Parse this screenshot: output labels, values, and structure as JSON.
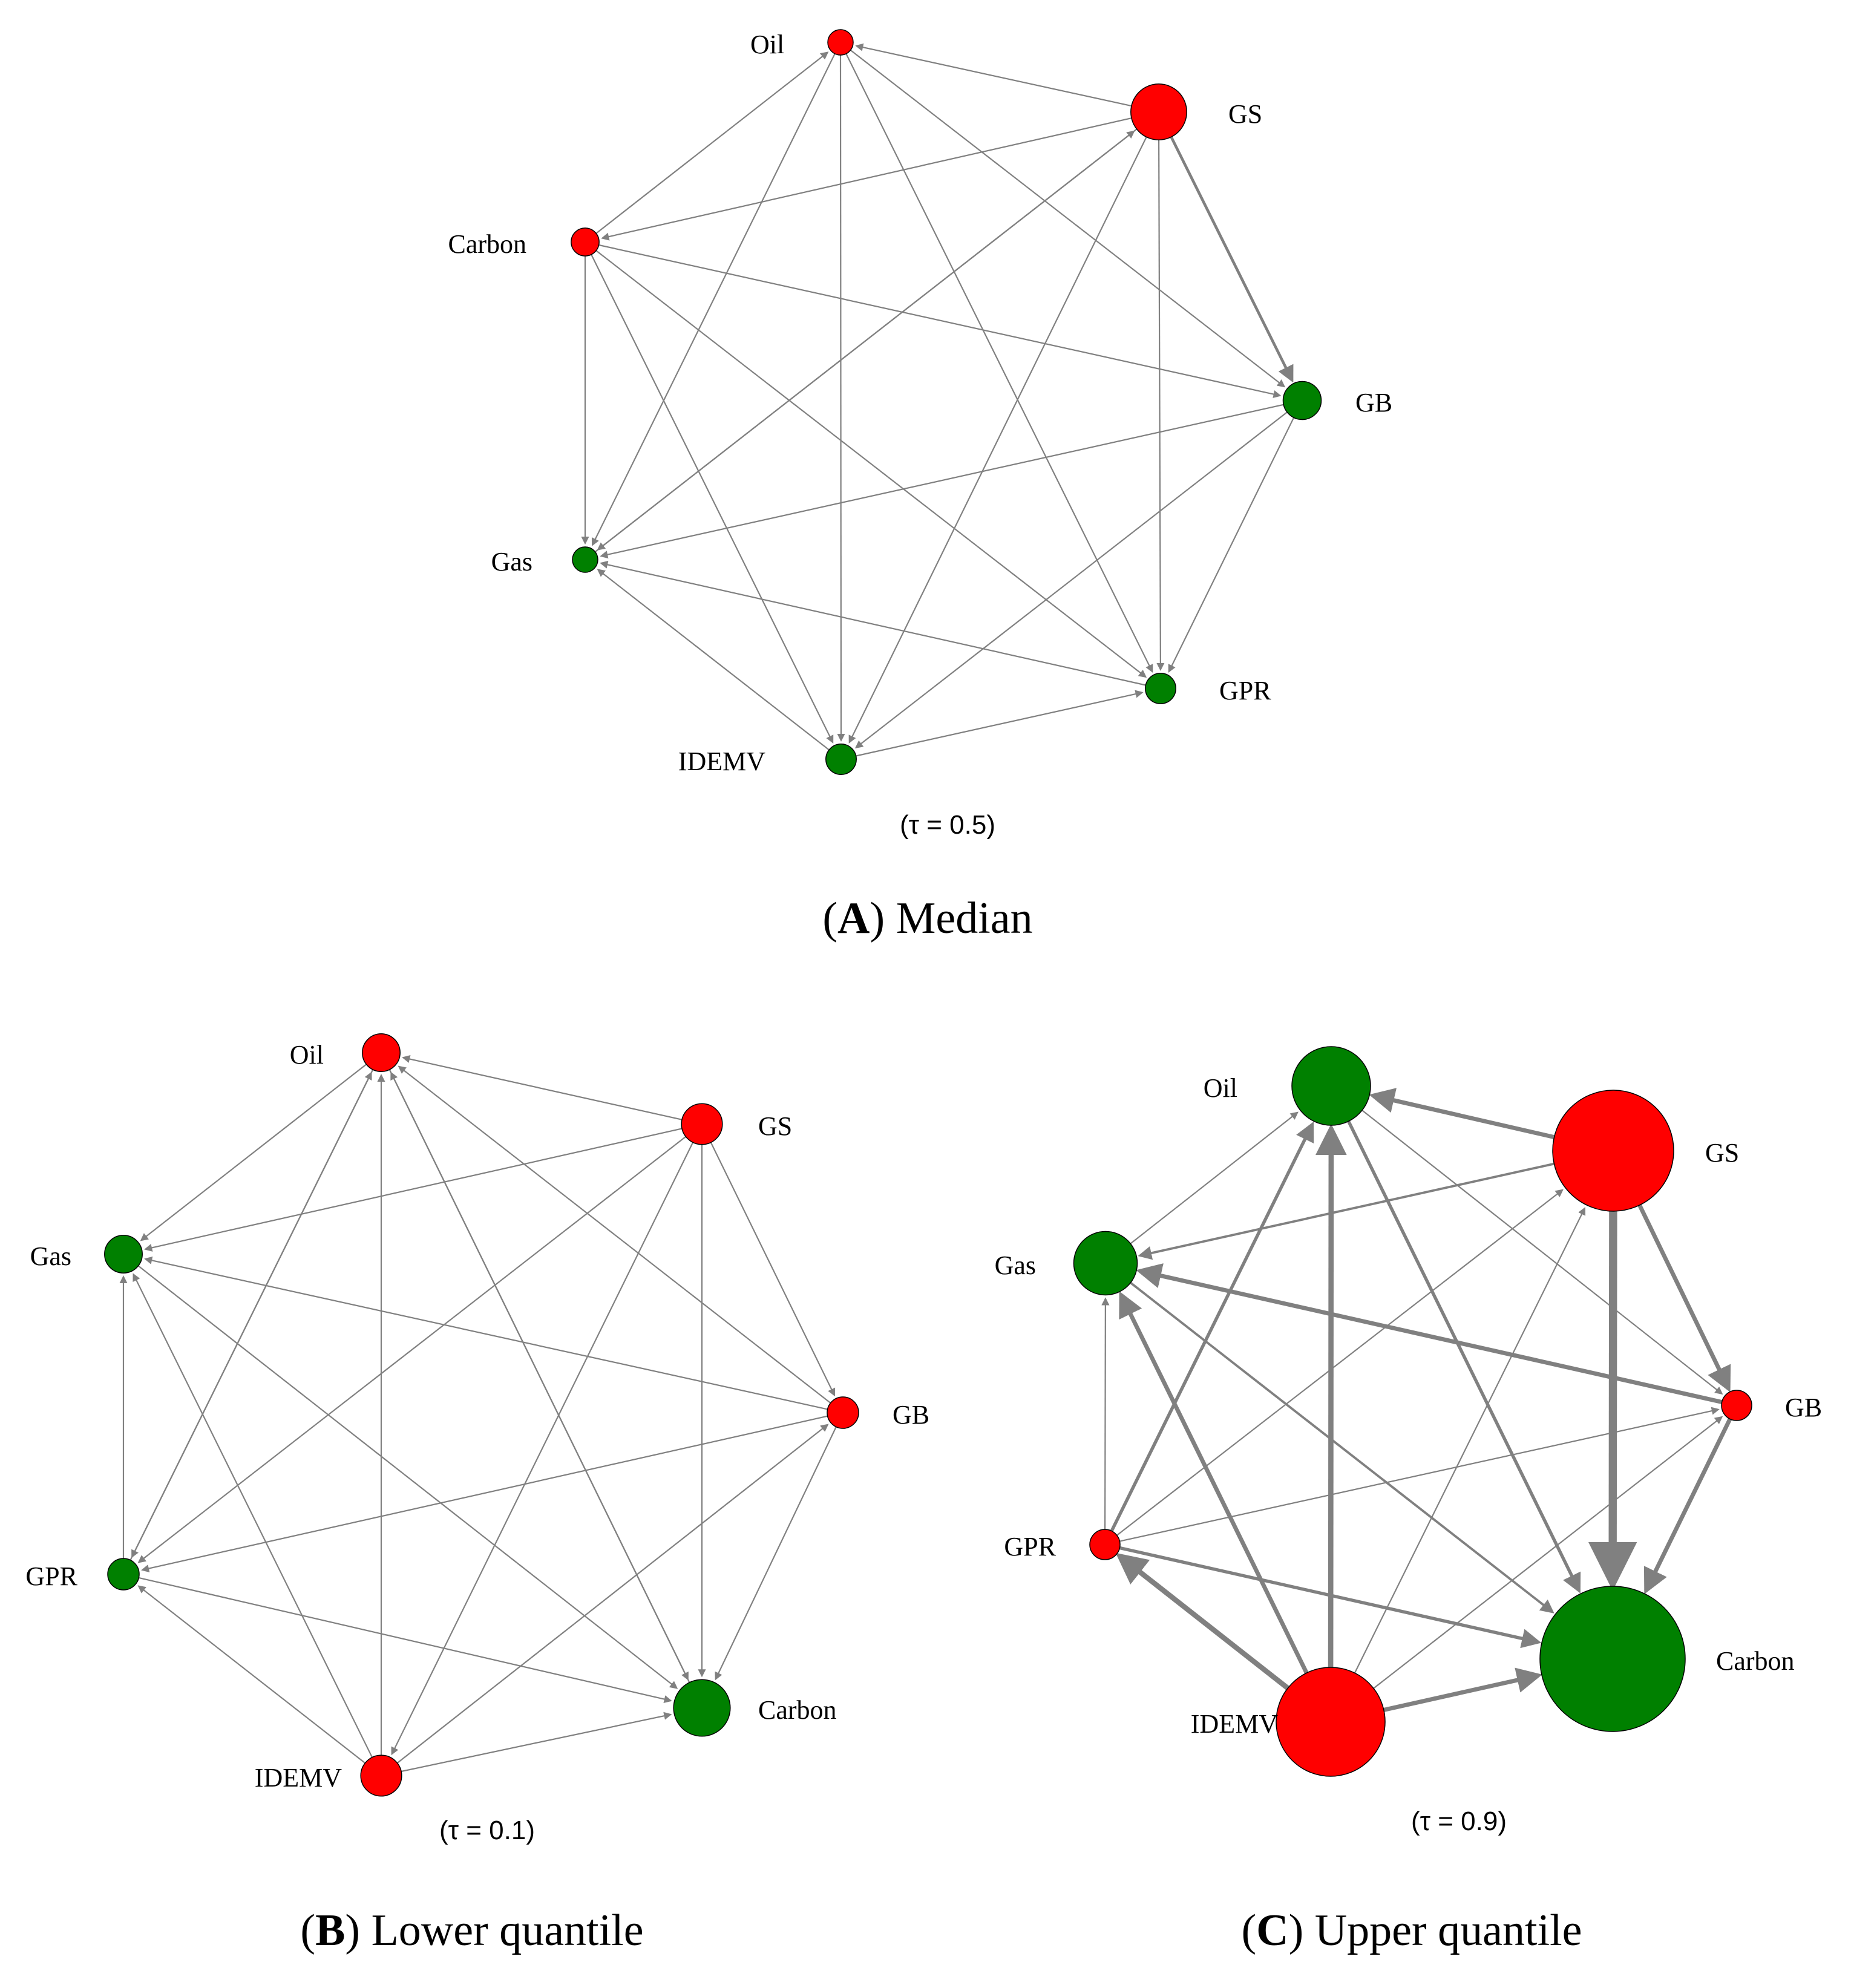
{
  "colors": {
    "net_transmitter": "#ff0000",
    "net_receiver": "#008000",
    "edge": "#808080",
    "node_stroke": "#000000"
  },
  "panels": [
    {
      "id": "A",
      "caption_letter": "A",
      "caption_text": "Median",
      "tau_label": "(τ = 0.5)",
      "nodes": [
        {
          "id": "Oil",
          "label": "Oil",
          "role": "transmitter",
          "size": 1
        },
        {
          "id": "GS",
          "label": "GS",
          "role": "transmitter",
          "size": 2.2
        },
        {
          "id": "Carbon",
          "label": "Carbon",
          "role": "transmitter",
          "size": 1.1
        },
        {
          "id": "GB",
          "label": "GB",
          "role": "receiver",
          "size": 1.5
        },
        {
          "id": "Gas",
          "label": "Gas",
          "role": "receiver",
          "size": 1
        },
        {
          "id": "GPR",
          "label": "GPR",
          "role": "receiver",
          "size": 1.2
        },
        {
          "id": "IDEMV",
          "label": "IDEMV",
          "role": "receiver",
          "size": 1.2
        }
      ],
      "edges": [
        {
          "from": "GS",
          "to": "Oil",
          "weight": 1
        },
        {
          "from": "Carbon",
          "to": "Oil",
          "weight": 1
        },
        {
          "from": "GS",
          "to": "Carbon",
          "weight": 1
        },
        {
          "from": "GS",
          "to": "GB",
          "weight": 2.5
        },
        {
          "from": "Oil",
          "to": "GB",
          "weight": 1
        },
        {
          "from": "Carbon",
          "to": "GB",
          "weight": 1
        },
        {
          "from": "Carbon",
          "to": "Gas",
          "weight": 1
        },
        {
          "from": "Oil",
          "to": "Gas",
          "weight": 1
        },
        {
          "from": "GS",
          "to": "Gas",
          "weight": 1
        },
        {
          "from": "GB",
          "to": "Gas",
          "weight": 1
        },
        {
          "from": "IDEMV",
          "to": "Gas",
          "weight": 1
        },
        {
          "from": "GPR",
          "to": "Gas",
          "weight": 1
        },
        {
          "from": "Oil",
          "to": "GPR",
          "weight": 1
        },
        {
          "from": "GS",
          "to": "GPR",
          "weight": 1
        },
        {
          "from": "Carbon",
          "to": "GPR",
          "weight": 1
        },
        {
          "from": "GB",
          "to": "GPR",
          "weight": 1
        },
        {
          "from": "IDEMV",
          "to": "GPR",
          "weight": 1
        },
        {
          "from": "Oil",
          "to": "IDEMV",
          "weight": 1
        },
        {
          "from": "Carbon",
          "to": "IDEMV",
          "weight": 1
        },
        {
          "from": "GS",
          "to": "IDEMV",
          "weight": 1
        },
        {
          "from": "GB",
          "to": "IDEMV",
          "weight": 1
        },
        {
          "from": "Gas",
          "to": "GS",
          "weight": 1
        }
      ]
    },
    {
      "id": "B",
      "caption_letter": "B",
      "caption_text": "Lower quantile",
      "tau_label": "(τ = 0.1)",
      "nodes": [
        {
          "id": "Oil",
          "label": "Oil",
          "role": "transmitter",
          "size": 1.2
        },
        {
          "id": "GS",
          "label": "GS",
          "role": "transmitter",
          "size": 1.3
        },
        {
          "id": "Gas",
          "label": "Gas",
          "role": "receiver",
          "size": 1.2
        },
        {
          "id": "GB",
          "label": "GB",
          "role": "transmitter",
          "size": 1.0
        },
        {
          "id": "GPR",
          "label": "GPR",
          "role": "receiver",
          "size": 1.0
        },
        {
          "id": "Carbon",
          "label": "Carbon",
          "role": "receiver",
          "size": 1.8
        },
        {
          "id": "IDEMV",
          "label": "IDEMV",
          "role": "transmitter",
          "size": 1.3
        }
      ],
      "edges": [
        {
          "from": "GS",
          "to": "Oil",
          "weight": 1
        },
        {
          "from": "GB",
          "to": "Oil",
          "weight": 1
        },
        {
          "from": "Carbon",
          "to": "Oil",
          "weight": 1
        },
        {
          "from": "IDEMV",
          "to": "Oil",
          "weight": 1
        },
        {
          "from": "GPR",
          "to": "Oil",
          "weight": 1
        },
        {
          "from": "Oil",
          "to": "Gas",
          "weight": 1
        },
        {
          "from": "GS",
          "to": "Gas",
          "weight": 1
        },
        {
          "from": "GB",
          "to": "Gas",
          "weight": 1
        },
        {
          "from": "GPR",
          "to": "Gas",
          "weight": 1
        },
        {
          "from": "IDEMV",
          "to": "Gas",
          "weight": 1
        },
        {
          "from": "GS",
          "to": "GB",
          "weight": 1
        },
        {
          "from": "IDEMV",
          "to": "GB",
          "weight": 1
        },
        {
          "from": "GS",
          "to": "GPR",
          "weight": 1
        },
        {
          "from": "GB",
          "to": "GPR",
          "weight": 1
        },
        {
          "from": "IDEMV",
          "to": "GPR",
          "weight": 1
        },
        {
          "from": "Oil",
          "to": "GPR",
          "weight": 1
        },
        {
          "from": "GS",
          "to": "Carbon",
          "weight": 1
        },
        {
          "from": "GB",
          "to": "Carbon",
          "weight": 1
        },
        {
          "from": "Gas",
          "to": "Carbon",
          "weight": 1
        },
        {
          "from": "GPR",
          "to": "Carbon",
          "weight": 1
        },
        {
          "from": "IDEMV",
          "to": "Carbon",
          "weight": 1
        },
        {
          "from": "Oil",
          "to": "Carbon",
          "weight": 1
        },
        {
          "from": "GS",
          "to": "IDEMV",
          "weight": 1
        }
      ]
    },
    {
      "id": "C",
      "caption_letter": "C",
      "caption_text": "Upper quantile",
      "tau_label": "(τ = 0.9)",
      "nodes": [
        {
          "id": "Oil",
          "label": "Oil",
          "role": "receiver",
          "size": 2.6
        },
        {
          "id": "GS",
          "label": "GS",
          "role": "transmitter",
          "size": 4.0
        },
        {
          "id": "Gas",
          "label": "Gas",
          "role": "receiver",
          "size": 2.1
        },
        {
          "id": "GB",
          "label": "GB",
          "role": "transmitter",
          "size": 1.0
        },
        {
          "id": "GPR",
          "label": "GPR",
          "role": "transmitter",
          "size": 1.0
        },
        {
          "id": "Carbon",
          "label": "Carbon",
          "role": "receiver",
          "size": 4.8
        },
        {
          "id": "IDEMV",
          "label": "IDEMV",
          "role": "transmitter",
          "size": 3.6
        }
      ],
      "edges": [
        {
          "from": "GS",
          "to": "Oil",
          "weight": 4
        },
        {
          "from": "IDEMV",
          "to": "Oil",
          "weight": 5
        },
        {
          "from": "GPR",
          "to": "Oil",
          "weight": 3
        },
        {
          "from": "Gas",
          "to": "Oil",
          "weight": 1
        },
        {
          "from": "GS",
          "to": "Gas",
          "weight": 2
        },
        {
          "from": "GB",
          "to": "Gas",
          "weight": 4
        },
        {
          "from": "IDEMV",
          "to": "Gas",
          "weight": 4
        },
        {
          "from": "GPR",
          "to": "Gas",
          "weight": 1
        },
        {
          "from": "GS",
          "to": "Carbon",
          "weight": 8
        },
        {
          "from": "Oil",
          "to": "Carbon",
          "weight": 3
        },
        {
          "from": "GB",
          "to": "Carbon",
          "weight": 4
        },
        {
          "from": "IDEMV",
          "to": "Carbon",
          "weight": 4
        },
        {
          "from": "GPR",
          "to": "Carbon",
          "weight": 3
        },
        {
          "from": "Gas",
          "to": "Carbon",
          "weight": 2
        },
        {
          "from": "GS",
          "to": "GB",
          "weight": 4
        },
        {
          "from": "Oil",
          "to": "GB",
          "weight": 1
        },
        {
          "from": "GPR",
          "to": "GB",
          "weight": 1
        },
        {
          "from": "IDEMV",
          "to": "GB",
          "weight": 1
        },
        {
          "from": "IDEMV",
          "to": "GPR",
          "weight": 5
        },
        {
          "from": "GPR",
          "to": "GS",
          "weight": 1
        },
        {
          "from": "IDEMV",
          "to": "GS",
          "weight": 1
        }
      ]
    }
  ]
}
